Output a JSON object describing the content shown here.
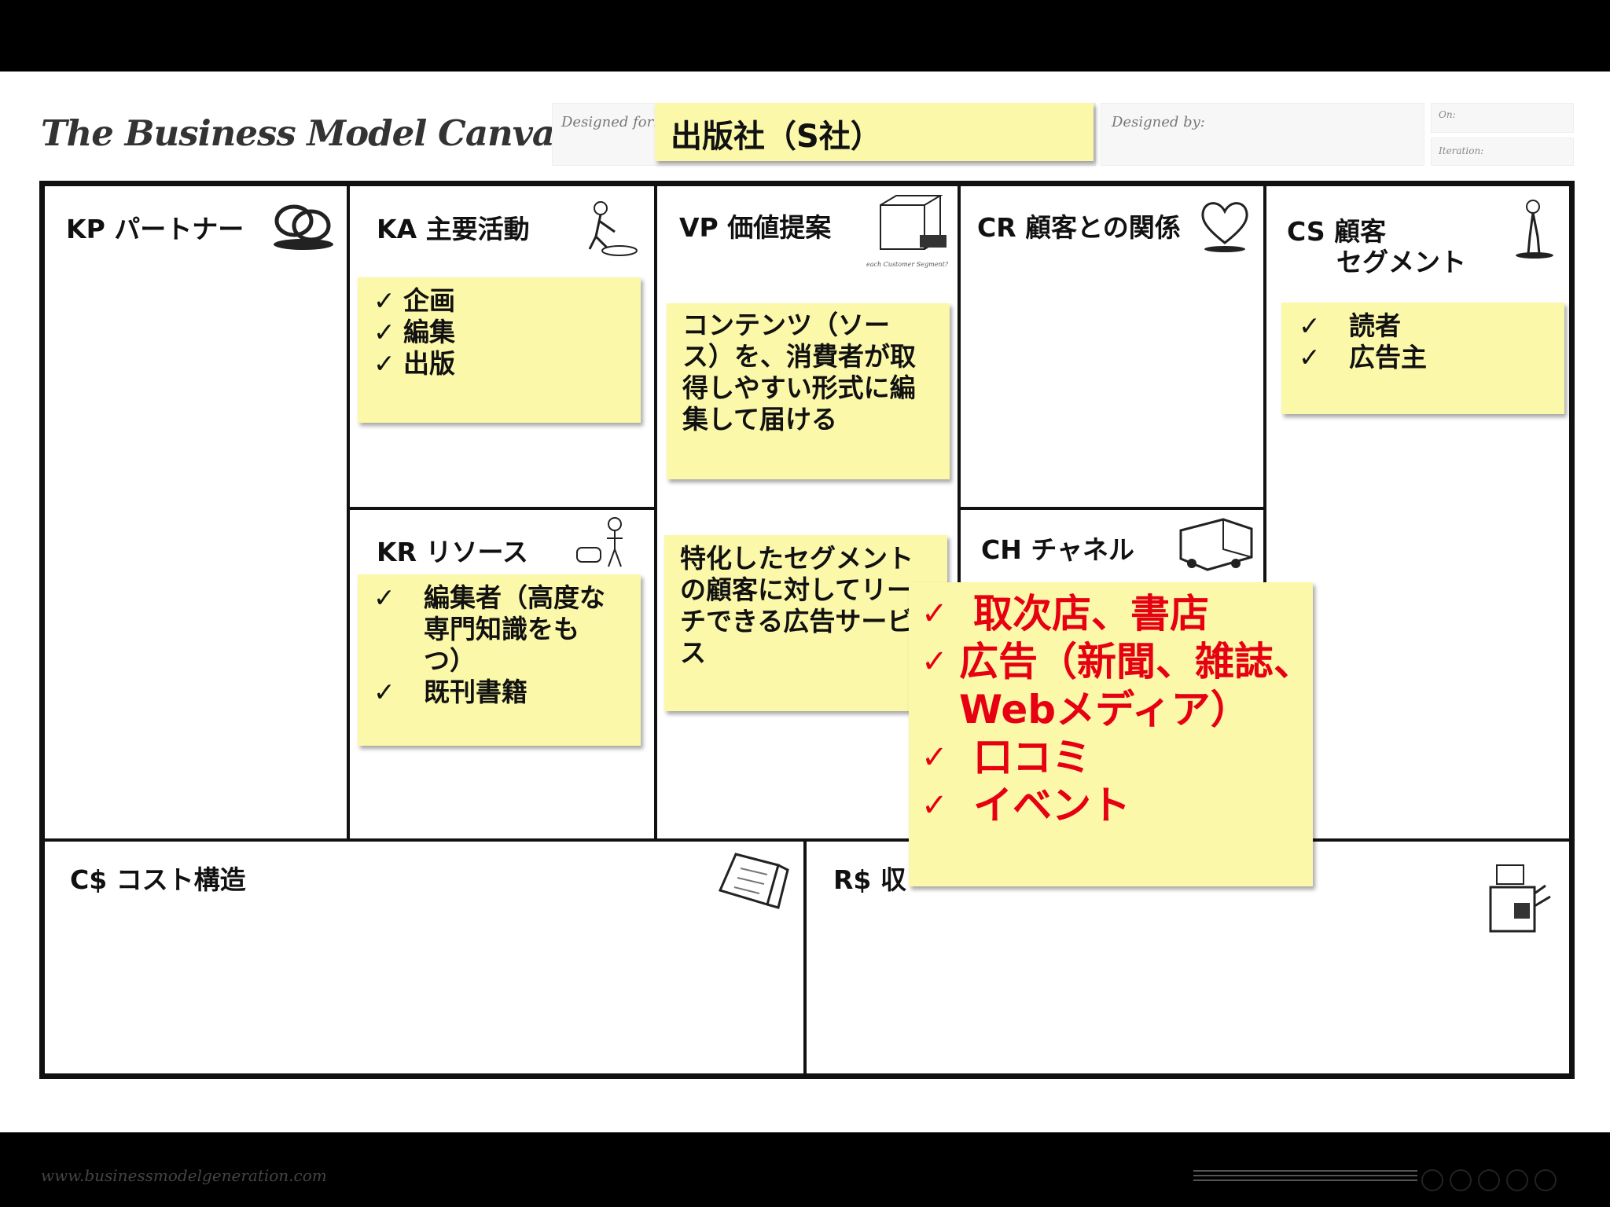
{
  "header": {
    "title": "The Business Model Canvas",
    "designed_for_label": "Designed for:",
    "designed_for_value": "出版社（S社）",
    "designed_by_label": "Designed by:",
    "on_label": "On:",
    "iteration_label": "Iteration:"
  },
  "blocks": {
    "kp": "KP パートナー",
    "ka": "KA 主要活動",
    "kr": "KR リソース",
    "vp": "VP 価値提案",
    "cr": "CR 顧客との関係",
    "ch": "CH チャネル",
    "cs_line1": "CS 顧客",
    "cs_line2": "セグメント",
    "cost": "C$ コスト構造",
    "revenue": "R$ 収"
  },
  "stickies": {
    "ka_items": [
      "企画",
      "編集",
      "出版"
    ],
    "kr_items": [
      {
        "lines": [
          "編集者（高度な",
          "専門知識をも",
          "つ）"
        ]
      },
      {
        "lines": [
          "既刊書籍"
        ]
      }
    ],
    "vp1_lines": [
      "コンテンツ（ソー",
      "ス）を、消費者が取",
      "得しやすい形式に編",
      "集して届ける"
    ],
    "vp2_lines": [
      "特化したセグメント",
      "の顧客に対してリー",
      "チできる広告サービ",
      "ス"
    ],
    "cs_items": [
      "読者",
      "広告主"
    ],
    "ch_items": [
      {
        "lines": [
          "取次店、書店"
        ]
      },
      {
        "lines": [
          "広告（新聞、雑誌、",
          "Webメディア）"
        ]
      },
      {
        "lines": [
          "口コミ"
        ]
      },
      {
        "lines": [
          "イベント"
        ]
      }
    ],
    "check": "✓"
  },
  "footer": {
    "url": "www.businessmodelgeneration.com"
  },
  "colors": {
    "sticky": "#fbf8a9",
    "accent_red": "#e60012",
    "frame": "#111111"
  }
}
